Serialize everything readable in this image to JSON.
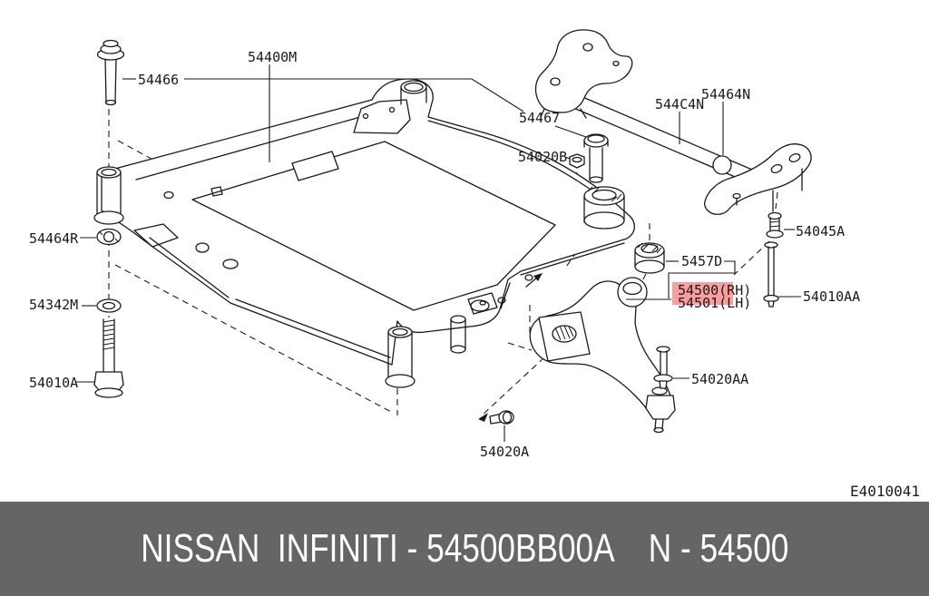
{
  "diagram": {
    "code": "E4010041",
    "labels": [
      {
        "id": "54466",
        "text": "54466"
      },
      {
        "id": "54400M",
        "text": "54400M"
      },
      {
        "id": "54467",
        "text": "54467"
      },
      {
        "id": "544C4N",
        "text": "544C4N"
      },
      {
        "id": "54464N",
        "text": "54464N"
      },
      {
        "id": "54020B",
        "text": "54020B"
      },
      {
        "id": "54045A",
        "text": "54045A"
      },
      {
        "id": "5457D",
        "text": "5457D"
      },
      {
        "id": "54500-RH",
        "text": "54500(RH)"
      },
      {
        "id": "54501-LH",
        "text": "54501(LH)"
      },
      {
        "id": "54010AA",
        "text": "54010AA"
      },
      {
        "id": "54020AA",
        "text": "54020AA"
      },
      {
        "id": "54020A",
        "text": "54020A"
      },
      {
        "id": "54464R",
        "text": "54464R"
      },
      {
        "id": "54342M",
        "text": "54342M"
      },
      {
        "id": "54010A",
        "text": "54010A"
      }
    ],
    "highlight": {
      "box_color": "#fb9d9d",
      "text_color": "#c9302c"
    }
  },
  "footer": {
    "text": "NISSAN  INFINITI - 54500BB00A    N - 54500",
    "bg_color": "#656565",
    "text_color": "#ffffff"
  }
}
